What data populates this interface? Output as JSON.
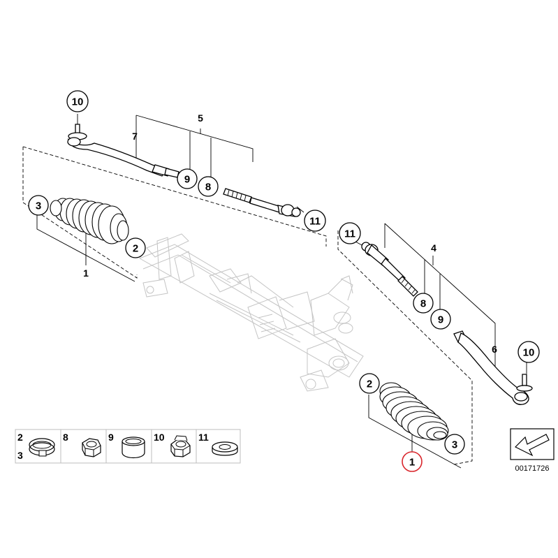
{
  "diagram": {
    "callouts": [
      {
        "id": "c-10-top",
        "label": "10"
      },
      {
        "id": "c-9-left",
        "label": "9"
      },
      {
        "id": "c-8-left",
        "label": "8"
      },
      {
        "id": "c-11-left",
        "label": "11"
      },
      {
        "id": "c-3-left",
        "label": "3"
      },
      {
        "id": "c-2-left",
        "label": "2"
      },
      {
        "id": "c-11-right",
        "label": "11"
      },
      {
        "id": "c-8-right",
        "label": "8"
      },
      {
        "id": "c-9-right",
        "label": "9"
      },
      {
        "id": "c-10-right",
        "label": "10"
      },
      {
        "id": "c-2-right",
        "label": "2"
      },
      {
        "id": "c-3-right",
        "label": "3"
      },
      {
        "id": "c-1-highlight",
        "label": "1"
      }
    ],
    "plain_labels": [
      {
        "id": "l-5",
        "label": "5"
      },
      {
        "id": "l-7",
        "label": "7"
      },
      {
        "id": "l-1",
        "label": "1"
      },
      {
        "id": "l-4",
        "label": "4"
      },
      {
        "id": "l-6",
        "label": "6"
      }
    ],
    "legend": [
      {
        "labels": [
          "2",
          "3"
        ],
        "icon": "hose-clamp-icon"
      },
      {
        "labels": [
          "8"
        ],
        "icon": "hex-nut-icon"
      },
      {
        "labels": [
          "9"
        ],
        "icon": "sleeve-ring-icon"
      },
      {
        "labels": [
          "10"
        ],
        "icon": "self-locking-nut-icon"
      },
      {
        "labels": [
          "11"
        ],
        "icon": "washer-icon"
      }
    ],
    "diagram_number": "00171726",
    "highlight_color": "#d9262c"
  }
}
